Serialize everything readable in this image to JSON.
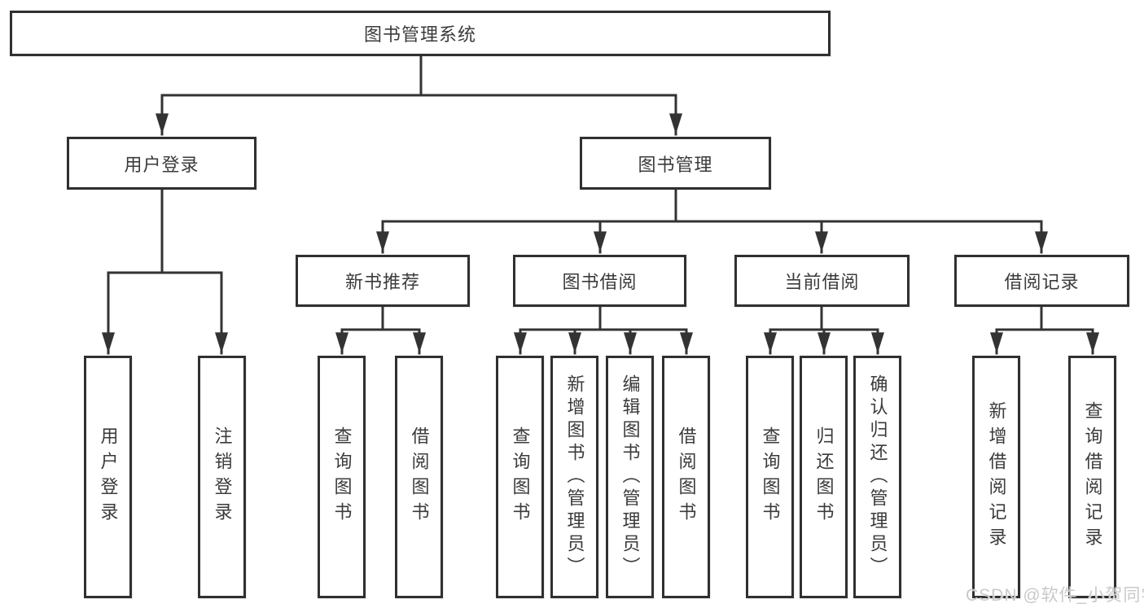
{
  "tree": {
    "root": {
      "label": "图书管理系统"
    },
    "children": [
      {
        "label": "用户登录",
        "children": [
          {
            "label": "用户登录"
          },
          {
            "label": "注销登录"
          }
        ]
      },
      {
        "label": "图书管理",
        "children": [
          {
            "label": "新书推荐",
            "children": [
              {
                "label": "查询图书"
              },
              {
                "label": "借阅图书"
              }
            ]
          },
          {
            "label": "图书借阅",
            "children": [
              {
                "label": "查询图书"
              },
              {
                "label": "新增图书（管理员）"
              },
              {
                "label": "编辑图书（管理员）"
              },
              {
                "label": "借阅图书"
              }
            ]
          },
          {
            "label": "当前借阅",
            "children": [
              {
                "label": "查询图书"
              },
              {
                "label": "归还图书"
              },
              {
                "label": "确认归还（管理员）"
              }
            ]
          },
          {
            "label": "借阅记录",
            "children": [
              {
                "label": "新增借阅记录"
              },
              {
                "label": "查询借阅记录"
              }
            ]
          }
        ]
      }
    ]
  },
  "watermark": {
    "text": "CSDN @软件_小贺同学"
  },
  "colors": {
    "line": "#333333",
    "box_border": "#303030",
    "text": "#3b3b3b",
    "watermark": "#c9c9c9",
    "background": "#ffffff"
  }
}
